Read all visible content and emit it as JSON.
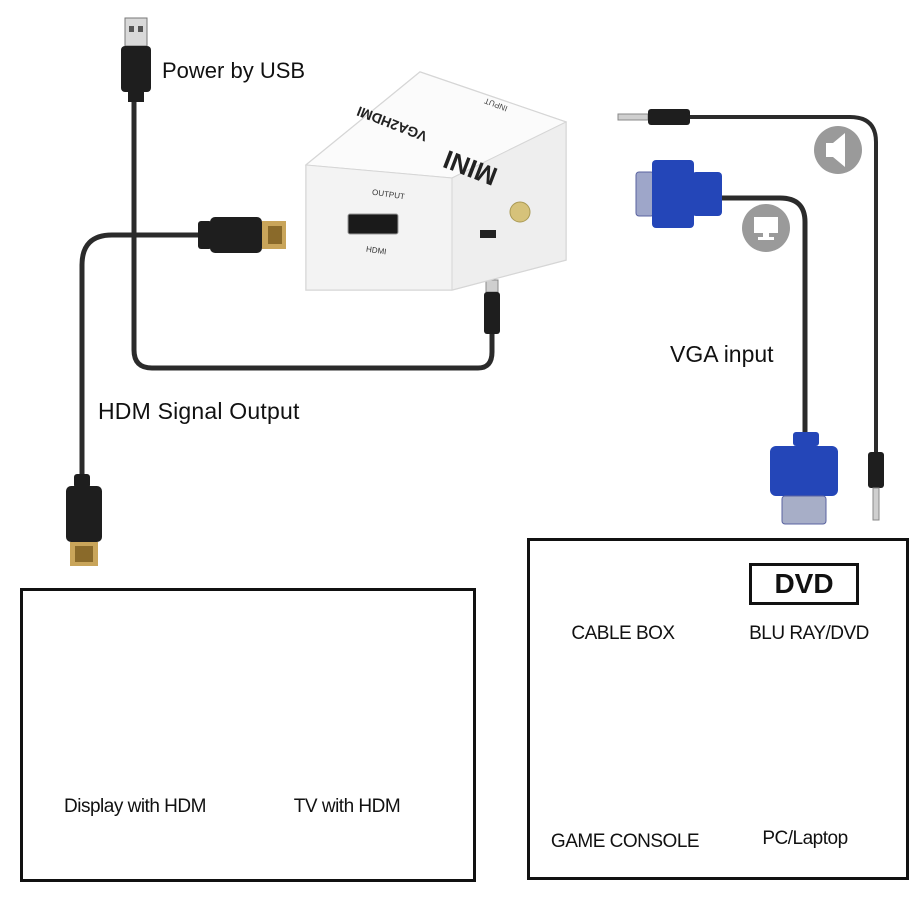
{
  "labels": {
    "power": "Power by USB",
    "hdmi_output": "HDM  Signal Output",
    "vga_input": "VGA input"
  },
  "device": {
    "model": "VGA2HDMI",
    "brand": "MINI",
    "input_port": "INPUT",
    "output_port": "OUTPUT",
    "hdmi_port": "HDMI"
  },
  "outputs": [
    {
      "caption": "Display with HDM",
      "icon": "monitor-icon"
    },
    {
      "caption": "TV with HDM",
      "icon": "tv-icon"
    }
  ],
  "inputs": [
    {
      "caption": "CABLE BOX",
      "icon": "cable-box-icon"
    },
    {
      "caption": "BLU RAY/DVD",
      "icon": "dvd-icon",
      "logo_text": "DVD"
    },
    {
      "caption": "GAME CONSOLE",
      "icon": "game-console-icon"
    },
    {
      "caption": "PC/Laptop",
      "icon": "pc-icon"
    }
  ],
  "colors": {
    "cable": "#2b2b2b",
    "vga_blue": "#2446b8",
    "gold": "#c9a55a",
    "device_body": "#f4f4f4"
  }
}
